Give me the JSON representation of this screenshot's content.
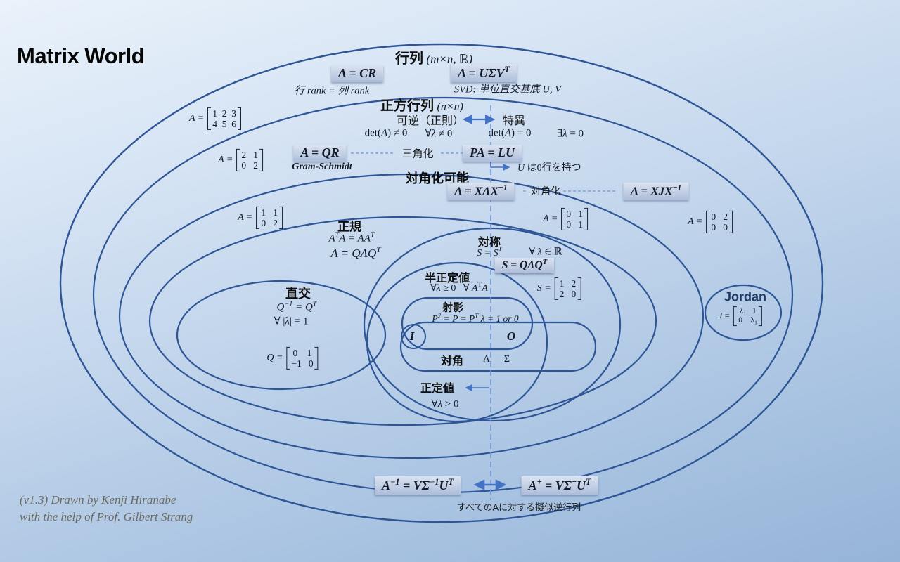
{
  "title": "Matrix World",
  "credit": {
    "line1": "(v1.3) Drawn by Kenji Hiranabe",
    "line2": "with the help of Prof. Gilbert Strang"
  },
  "sets": {
    "matrices": {
      "label": "行列",
      "dims": "(m×n, ℝ)"
    },
    "square": {
      "label": "正方行列",
      "dims": "(n×n)"
    },
    "diagonalizable": {
      "label": "対角化可能"
    },
    "normal": {
      "label": "正規",
      "formula1": "A<sup>T</sup>A = AA<sup>T</sup>",
      "formula2": "A = QΛQ<sup>T</sup>"
    },
    "symmetric": {
      "label": "対称",
      "formula1": "S = S<sup>T</sup>",
      "formula2": "∀ <i>λ</i> ∈ ℝ",
      "formula3": "S = QΛQ<sup>T</sup>"
    },
    "orthogonal": {
      "label": "直交",
      "formula1": "Q<sup>−1</sup> = Q<sup>T</sup>",
      "formula2": "∀ |<i>λ</i>| = 1"
    },
    "psd": {
      "label": "半正定値",
      "formula1": "∀<i>λ</i> ≥ 0 &nbsp;&nbsp;∀ <i>A</i><sup>T</sup><i>A</i>"
    },
    "projection": {
      "label": "射影",
      "formula1": "P<sup>2</sup> = P = P<sup>T</sup> λ = 1 or 0"
    },
    "diagonal": {
      "label": "対角",
      "lambda": "Λ",
      "sigma": "Σ"
    },
    "positive_definite": {
      "label": "正定値",
      "formula1": "∀<i>λ</i> > 0"
    },
    "jordan": {
      "label": "Jordan"
    },
    "identity": "I",
    "zero": "O"
  },
  "top": {
    "cr": "A = CR",
    "rank_note": "行 rank = 列 rank",
    "svd": "A = UΣV<sup>T</sup>",
    "svd_note": "SVD:  単位直交基底 U, V"
  },
  "invertibility": {
    "invertible": "可逆（正則）",
    "singular": "特異",
    "det_nonzero": "det(<i>A</i>) ≠ 0",
    "all_eigen_nonzero": "∀<i>λ</i> ≠ 0",
    "det_zero": "det(<i>A</i>) = 0",
    "exists_eigen_zero": "∃<i>λ</i> = 0"
  },
  "factorizations": {
    "qr": "A = QR",
    "gram_schmidt": "Gram-Schmidt",
    "triangularize": "三角化",
    "palu": "PA = LU",
    "u_zero_row": "<i>U</i> は0行を持つ",
    "eigen": "A = XΛX<sup>−1</sup>",
    "diagonalize": "対角化",
    "jordan_form": "A = XJX<sup>−1</sup>"
  },
  "pseudoinverse": {
    "inverse": "A<sup>−1</sup> = VΣ<sup>−1</sup>U<sup>T</sup>",
    "pinv": "A<sup>+</sup> = VΣ<sup>+</sup>U<sup>T</sup>",
    "note": "すべてのAに対する擬似逆行列"
  },
  "examples": {
    "rect": {
      "pre": "A =",
      "rows": [
        "1  2  3",
        "4  5  6"
      ]
    },
    "shear": {
      "pre": "A =",
      "rows": [
        "2   1",
        "0   2"
      ]
    },
    "upper": {
      "pre": "A =",
      "rows": [
        "1   1",
        "0   2"
      ]
    },
    "proj_like": {
      "pre": "A =",
      "rows": [
        "0   1",
        "0   1"
      ]
    },
    "nilpotent": {
      "pre": "A =",
      "rows": [
        "0   2",
        "0   0"
      ]
    },
    "sym": {
      "pre": "S =",
      "rows": [
        "1   2",
        "2   0"
      ]
    },
    "rot": {
      "pre": "Q =",
      "rows": [
        "0    1",
        "−1   0"
      ]
    },
    "jordan": {
      "pre": "J =",
      "rows": [
        "λ₁   1",
        "0    λ₁"
      ]
    }
  }
}
